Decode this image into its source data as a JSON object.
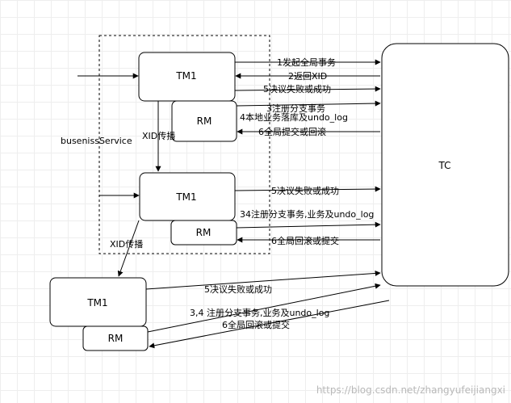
{
  "nodes": {
    "tc": "TC",
    "tm1_top": "TM1",
    "rm_top": "RM",
    "tm1_mid": "TM1",
    "rm_mid": "RM",
    "tm1_bottom": "TM1",
    "rm_bottom": "RM"
  },
  "labels": {
    "service": "busenissService",
    "xid_prop_1": "XID传播",
    "xid_prop_2": "XID传播",
    "top_begin": "1发起全局事务",
    "top_return_xid": "2返回XID",
    "top_decide": "5决议失败或成功",
    "top_register": "3注册分支事务",
    "top_local_commit": "4本地业务落库及undo_log",
    "top_global": "6全局提交或回滚",
    "mid_decide": "5决议失败或成功",
    "mid_register": "34注册分支事务,业务及undo_log",
    "mid_global": "6全局回滚或提交",
    "bot_decide": "5决议失败或成功",
    "bot_register": "3,4 注册分支事务,业务及undo_log",
    "bot_global": "6全局回滚或提交"
  },
  "watermark": "https://blog.csdn.net/zhangyufeijiangxi"
}
